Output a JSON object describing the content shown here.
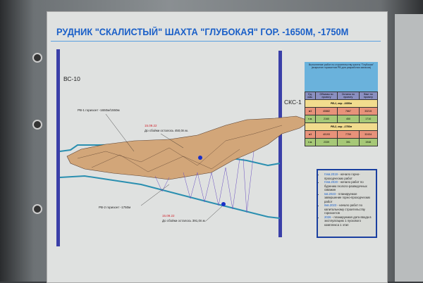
{
  "title": "РУДНИК \"СКАЛИСТЫЙ\" ШАХТА \"ГЛУБОКАЯ\" ГОР. -1650М, -1750М",
  "shafts": {
    "left": "ВС-10",
    "right": "СКС-1"
  },
  "labels": {
    "rv1": "РВ-1 горизонт -1650м/1550м",
    "rv2": "РВ-2 горизонт -1750м",
    "date1": "15.09.22",
    "remain1": "До сбойки осталось 450,0п.м.",
    "date2": "15.09.22",
    "remain2": "До сбойки осталось 391,0п.м."
  },
  "table": {
    "note": "Выполнение работ по строительству шахты \"Глубокая\" (вскрытие горизонтов РВ для разработки запасов)",
    "headers": [
      "Ед. изм.",
      "Объемы по проекту",
      "Остаток по проекту",
      "Факт по проекту"
    ],
    "sections": [
      {
        "title": "РВ-1, гор. -1650м",
        "rows": [
          [
            "м3",
            "40882",
            "7667",
            "33215"
          ],
          [
            "п.м.",
            "2160",
            "450",
            "1710"
          ]
        ]
      },
      {
        "title": "РВ-2, гор. -1750м",
        "rows": [
          [
            "м3",
            "40193",
            "7759",
            "32434"
          ],
          [
            "п.м.",
            "2339",
            "391",
            "1948"
          ]
        ]
      }
    ]
  },
  "timeline": [
    {
      "when": "IVкв.2019",
      "text": " - начало горно-проходческих работ"
    },
    {
      "when": "IVкв.2020",
      "text": " - начало работ по бурению геолого-разведочных скважин"
    },
    {
      "when": "Iкв.2023",
      "text": " - планируемое завершение горно-проходческих работ"
    },
    {
      "when": "IIкв.2023",
      "text": " - начало работ по капитальному строительству горизонтов"
    },
    {
      "when": "2026",
      "text": " - планируемая дата ввода в эксплуатацию 1 пускового комплекса 1 этап"
    }
  ],
  "colors": {
    "title": "#1a5fc8",
    "ore": "#d2a679",
    "drift": "#2a8fb0",
    "fan": "#6a4fc0"
  }
}
